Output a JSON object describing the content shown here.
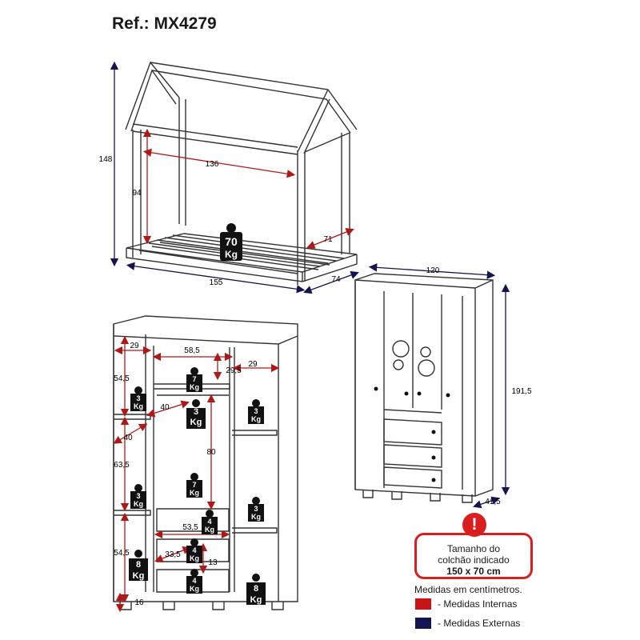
{
  "header": {
    "reference": "Ref.: MX4279"
  },
  "bed": {
    "height_total": "148",
    "inner_width": "136",
    "inner_height": "94",
    "depth_inner": "71",
    "length_external": "155",
    "depth_external": "74",
    "load": {
      "value": "70",
      "unit": "Kg"
    }
  },
  "wardrobe_interior": {
    "dims": {
      "left_width": "29",
      "center_width": "58,5",
      "center_shelf_depth": "29,5",
      "right_width": "29",
      "left_upper_height": "54,5",
      "left_depth_a": "40",
      "left_depth_b": "40",
      "left_mid_height": "63,5",
      "rod_height": "80",
      "left_lower_height": "54,5",
      "drawer_width": "53,5",
      "drawer_depth": "33,5",
      "drawer_height": "13",
      "feet_height": "16"
    },
    "loads": {
      "top_center": "7",
      "rod": "3",
      "left_upper": "3",
      "right_upper": "3",
      "center_bottom": "7",
      "left_mid": "3",
      "right_mid": "3",
      "drawer_1": "4",
      "drawer_2": "4",
      "drawer_3": "4",
      "left_bottom": "8",
      "right_bottom": "8",
      "unit": "Kg"
    }
  },
  "wardrobe_exterior": {
    "width": "120",
    "height": "191,5",
    "depth": "41,5"
  },
  "legend": {
    "notice_line1": "Tamanho do",
    "notice_line2": "colchão indicado",
    "notice_size": "150 x 70 cm",
    "units": "Medidas em centímetros.",
    "internal_label": "- Medidas Internas",
    "external_label": "- Medidas Externas",
    "internal_color": "#c81414",
    "external_color": "#141450",
    "alert_icon": "exclamation-icon"
  }
}
